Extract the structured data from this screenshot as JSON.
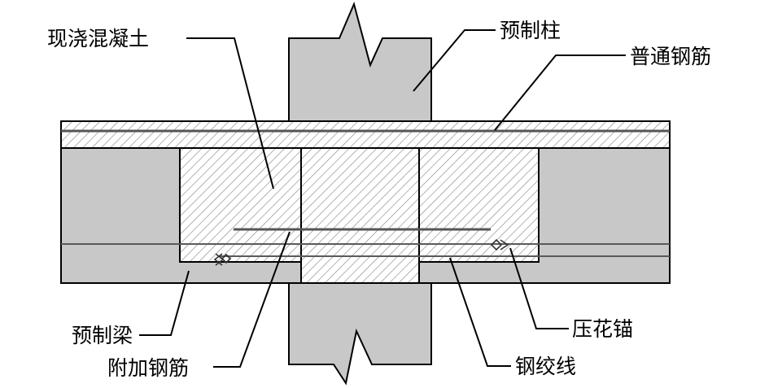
{
  "diagram": {
    "labels": {
      "cast_in_place_concrete": "现浇混凝土",
      "precast_column": "预制柱",
      "ordinary_rebar": "普通钢筋",
      "precast_beam": "预制梁",
      "additional_rebar": "附加钢筋",
      "embossed_anchor": "压花锚",
      "steel_strand": "钢绞线"
    },
    "colors": {
      "precast_fill": "#c8c8c8",
      "hatch_line": "#8a8a8a",
      "outline": "#000000",
      "rebar": "#555555"
    }
  }
}
